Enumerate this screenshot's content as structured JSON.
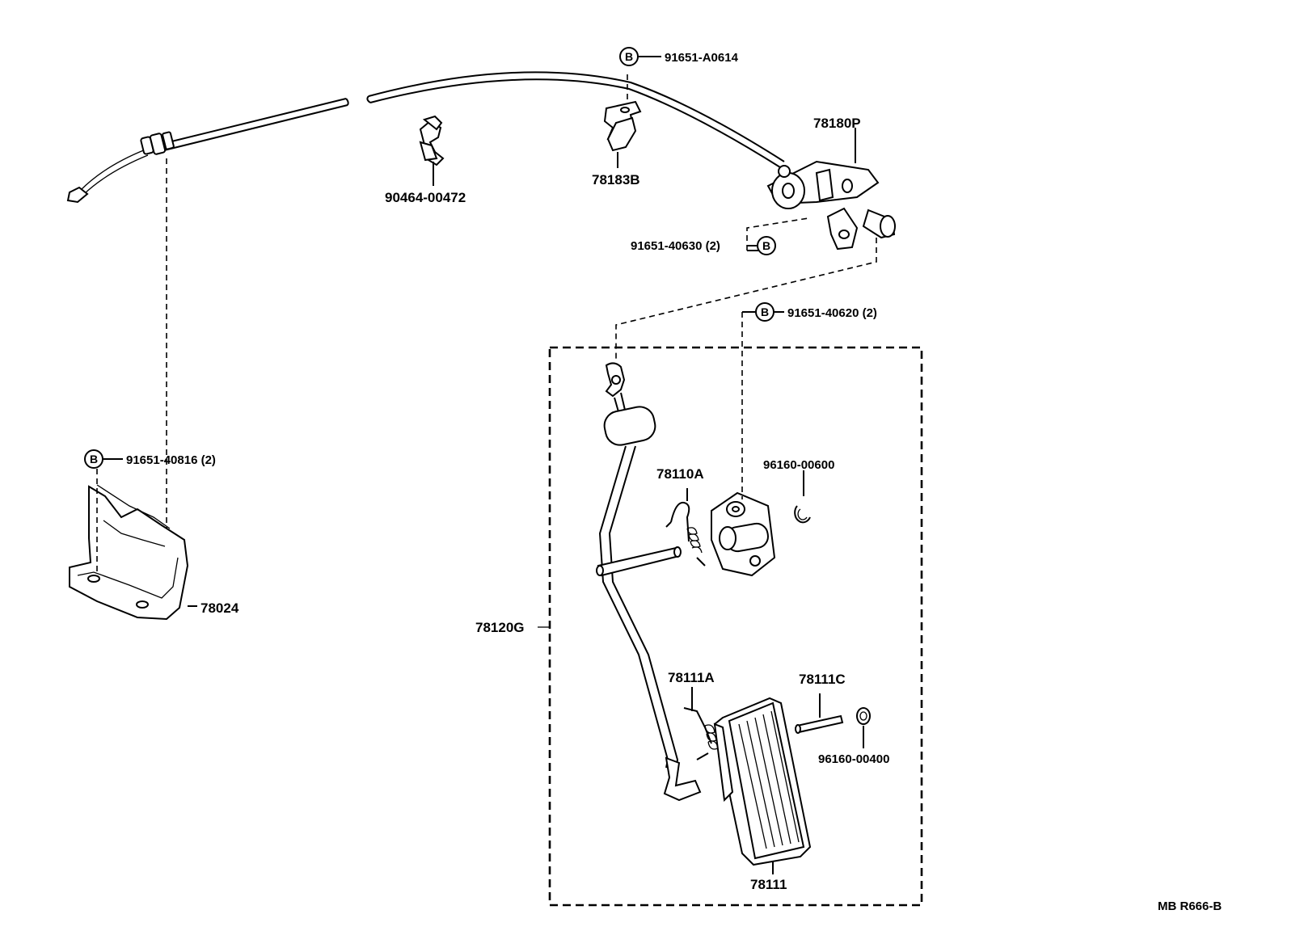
{
  "callout_symbol": "B",
  "labels": {
    "p91651_A0614": "91651-A0614",
    "p78180P": "78180P",
    "p90464_00472": "90464-00472",
    "p78183B": "78183B",
    "p91651_40630": "91651-40630 (2)",
    "p91651_40620": "91651-40620 (2)",
    "p91651_40816": "91651-40816 (2)",
    "p78024": "78024",
    "p78110A": "78110A",
    "p96160_00600": "96160-00600",
    "p78120G": "78120G",
    "p78111A": "78111A",
    "p78111C": "78111C",
    "p96160_00400": "96160-00400",
    "p78111": "78111"
  },
  "diagram_code": "MB R666-B"
}
